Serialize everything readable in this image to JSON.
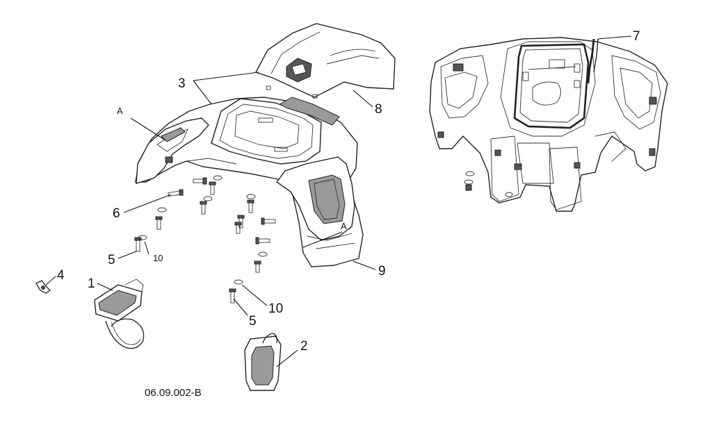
{
  "diagram": {
    "drawing_number": "06.09.002-B",
    "section_mark": "A",
    "callouts": [
      {
        "id": "c1",
        "label": "1"
      },
      {
        "id": "c2",
        "label": "2"
      },
      {
        "id": "c3",
        "label": "3"
      },
      {
        "id": "c4",
        "label": "4"
      },
      {
        "id": "c5a",
        "label": "5"
      },
      {
        "id": "c5b",
        "label": "5"
      },
      {
        "id": "c6",
        "label": "6"
      },
      {
        "id": "c7",
        "label": "7"
      },
      {
        "id": "c8",
        "label": "8"
      },
      {
        "id": "c9",
        "label": "9"
      },
      {
        "id": "c10a",
        "label": "10"
      },
      {
        "id": "c10b",
        "label": "10"
      }
    ]
  }
}
